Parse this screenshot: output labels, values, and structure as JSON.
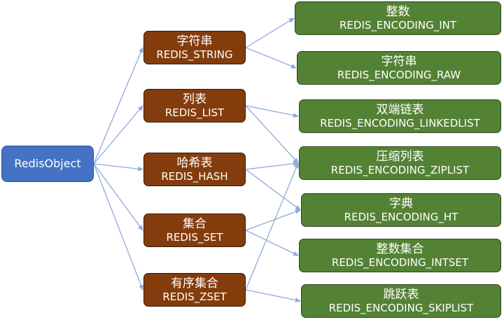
{
  "root": {
    "label": "RedisObject"
  },
  "types": {
    "string": {
      "cn": "字符串",
      "en": "REDIS_STRING"
    },
    "list": {
      "cn": "列表",
      "en": "REDIS_LIST"
    },
    "hash": {
      "cn": "哈希表",
      "en": "REDIS_HASH"
    },
    "set": {
      "cn": "集合",
      "en": "REDIS_SET"
    },
    "zset": {
      "cn": "有序集合",
      "en": "REDIS_ZSET"
    }
  },
  "encodings": {
    "int": {
      "cn": "整数",
      "en": "REDIS_ENCODING_INT"
    },
    "raw": {
      "cn": "字符串",
      "en": "REDIS_ENCODING_RAW"
    },
    "linkedlist": {
      "cn": "双端链表",
      "en": "REDIS_ENCODING_LINKEDLIST"
    },
    "ziplist": {
      "cn": "压缩列表",
      "en": "REDIS_ENCODING_ZIPLIST"
    },
    "ht": {
      "cn": "字典",
      "en": "REDIS_ENCODING_HT"
    },
    "intset": {
      "cn": "整数集合",
      "en": "REDIS_ENCODING_INTSET"
    },
    "skiplist": {
      "cn": "跳跃表",
      "en": "REDIS_ENCODING_SKIPLIST"
    }
  },
  "colors": {
    "root_fill": "#4472c4",
    "type_fill": "#843c0c",
    "encoding_fill": "#548235",
    "arrow": "#8faadc",
    "text": "#ffffff"
  },
  "edges": [
    [
      "root",
      "t-string"
    ],
    [
      "root",
      "t-list"
    ],
    [
      "root",
      "t-hash"
    ],
    [
      "root",
      "t-set"
    ],
    [
      "root",
      "t-zset"
    ],
    [
      "t-string",
      "e-int"
    ],
    [
      "t-string",
      "e-raw"
    ],
    [
      "t-list",
      "e-linked"
    ],
    [
      "t-list",
      "e-ziplist"
    ],
    [
      "t-hash",
      "e-ziplist"
    ],
    [
      "t-hash",
      "e-ht"
    ],
    [
      "t-set",
      "e-ht"
    ],
    [
      "t-set",
      "e-intset"
    ],
    [
      "t-zset",
      "e-ziplist"
    ],
    [
      "t-zset",
      "e-skiplist"
    ]
  ]
}
